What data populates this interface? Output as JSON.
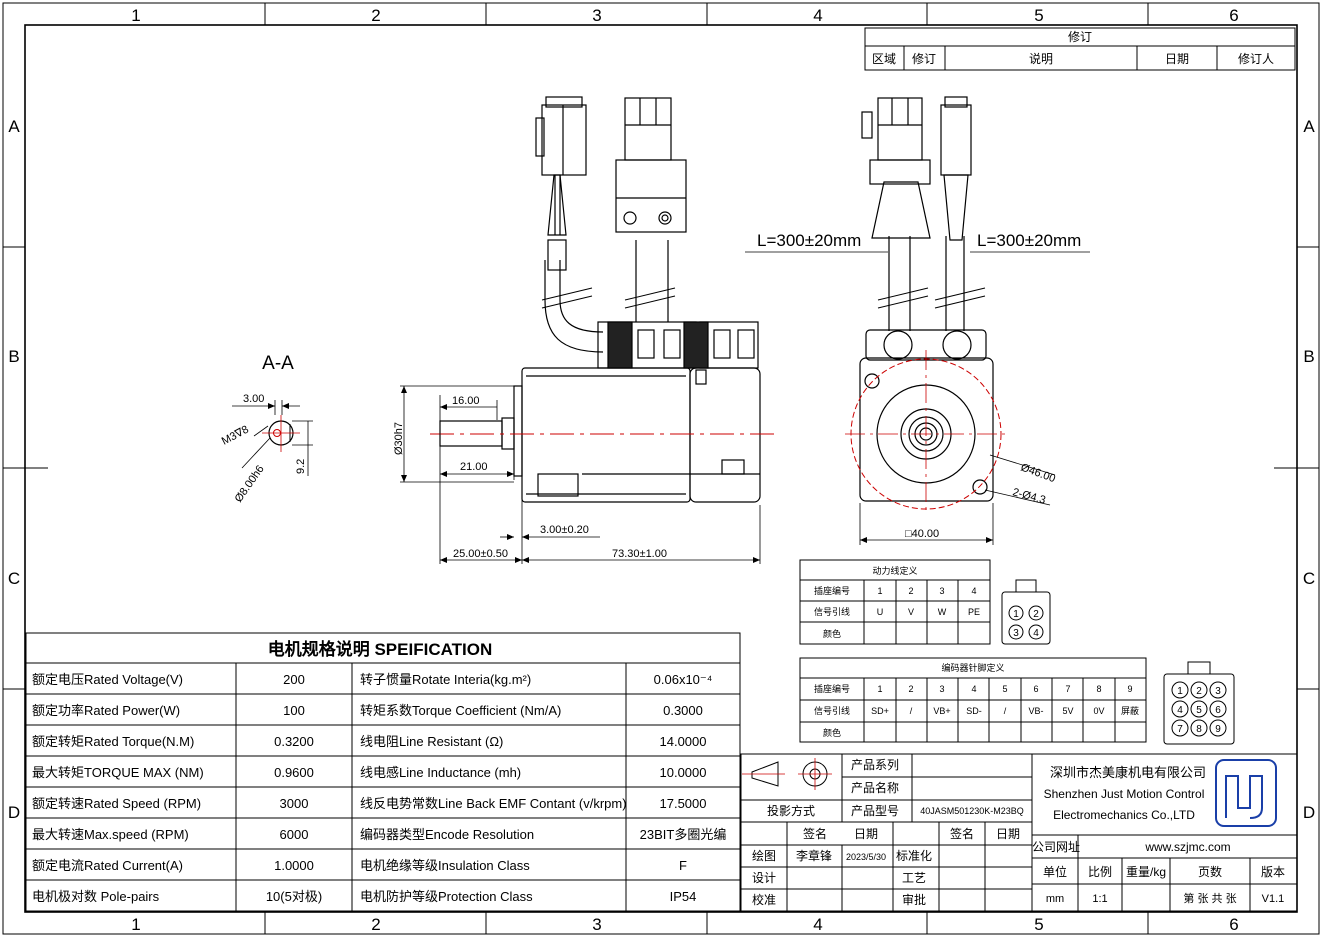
{
  "frame": {
    "col_numbers": [
      "1",
      "2",
      "3",
      "4",
      "5",
      "6"
    ],
    "row_letters": [
      "A",
      "B",
      "C",
      "D"
    ]
  },
  "revision": {
    "title": "修订",
    "headers": [
      "区域",
      "修订",
      "说明",
      "日期",
      "修订人"
    ]
  },
  "section": {
    "label": "A-A",
    "dims": {
      "d300": "3.00",
      "m3": "M3∇8",
      "d8": "Ø8.00h6",
      "d92": "9.2"
    }
  },
  "side_view": {
    "dims": {
      "d1600": "16.00",
      "d30": "Ø30h7",
      "d2100": "21.00",
      "d300tol": "3.00±0.20",
      "d2500": "25.00±0.50",
      "d7330": "73.30±1.00"
    }
  },
  "front_view": {
    "cable_len_left": "L=300±20mm",
    "cable_len_right": "L=300±20mm",
    "d46": "Ø46.00",
    "holes": "2-Ø4.3",
    "square": "□40.00"
  },
  "power_table": {
    "title": "动力线定义",
    "rows": [
      {
        "label": "插座编号",
        "cells": [
          "1",
          "2",
          "3",
          "4"
        ]
      },
      {
        "label": "信号引线",
        "cells": [
          "U",
          "V",
          "W",
          "PE"
        ]
      },
      {
        "label": "颜色",
        "cells": [
          "",
          "",
          "",
          ""
        ]
      }
    ],
    "pins": [
      "1",
      "2",
      "3",
      "4"
    ]
  },
  "encoder_table": {
    "title": "编码器针脚定义",
    "rows": [
      {
        "label": "插座编号",
        "cells": [
          "1",
          "2",
          "3",
          "4",
          "5",
          "6",
          "7",
          "8",
          "9"
        ]
      },
      {
        "label": "信号引线",
        "cells": [
          "SD+",
          "/",
          "VB+",
          "SD-",
          "/",
          "VB-",
          "5V",
          "0V",
          "屏蔽"
        ]
      },
      {
        "label": "颜色",
        "cells": [
          "",
          "",
          "",
          "",
          "",
          "",
          "",
          "",
          ""
        ]
      }
    ],
    "pins": [
      "1",
      "2",
      "3",
      "4",
      "5",
      "6",
      "7",
      "8",
      "9"
    ]
  },
  "spec": {
    "title": "电机规格说明 SPEIFICATION",
    "rows": [
      {
        "n1": "额定电压Rated Voltage(V)",
        "v1": "200",
        "n2": "转子惯量Rotate Interia(kg.m²)",
        "v2": "0.06x10⁻⁴"
      },
      {
        "n1": "额定功率Rated Power(W)",
        "v1": "100",
        "n2": "转矩系数Torque Coefficient (Nm/A)",
        "v2": "0.3000"
      },
      {
        "n1": "额定转矩Rated Torque(N.M)",
        "v1": "0.3200",
        "n2": "线电阻Line Resistant (Ω)",
        "v2": "14.0000"
      },
      {
        "n1": "最大转矩TORQUE MAX (NM)",
        "v1": "0.9600",
        "n2": "线电感Line Inductance (mh)",
        "v2": "10.0000"
      },
      {
        "n1": "额定转速Rated Speed (RPM)",
        "v1": "3000",
        "n2": "线反电势常数Line Back EMF Contant (v/krpm)",
        "v2": "17.5000"
      },
      {
        "n1": "最大转速Max.speed (RPM)",
        "v1": "6000",
        "n2": "编码器类型Encode Resolution",
        "v2": "23BIT多圈光编"
      },
      {
        "n1": "额定电流Rated Current(A)",
        "v1": "1.0000",
        "n2": "电机绝缘等级Insulation Class",
        "v2": "F"
      },
      {
        "n1": "电机极对数 Pole-pairs",
        "v1": "10(5对极)",
        "n2": "电机防护等级Protection Class",
        "v2": "IP54"
      }
    ]
  },
  "title_block": {
    "projection": "投影方式",
    "series_label": "产品系列",
    "name_label": "产品名称",
    "model_label": "产品型号",
    "model": "40JASM501230K-M23BQ",
    "sign": "签名",
    "date": "日期",
    "sign2": "签名",
    "date2": "日期",
    "draw": "绘图",
    "drawer": "李章锋",
    "draw_date": "2023/5/30",
    "standard": "标准化",
    "design": "设计",
    "process": "工艺",
    "check": "校准",
    "approve": "审批",
    "company_cn": "深圳市杰美康机电有限公司",
    "company_en1": "Shenzhen Just Motion Control",
    "company_en2": "Electromechanics Co.,LTD",
    "website_label": "公司网址",
    "website": "www.szjmc.com",
    "unit_label": "单位",
    "scale_label": "比例",
    "weight_label": "重量/kg",
    "pages_label": "页数",
    "version_label": "版本",
    "unit": "mm",
    "scale": "1:1",
    "pages": "第 张 共 张",
    "version": "V1.1"
  }
}
